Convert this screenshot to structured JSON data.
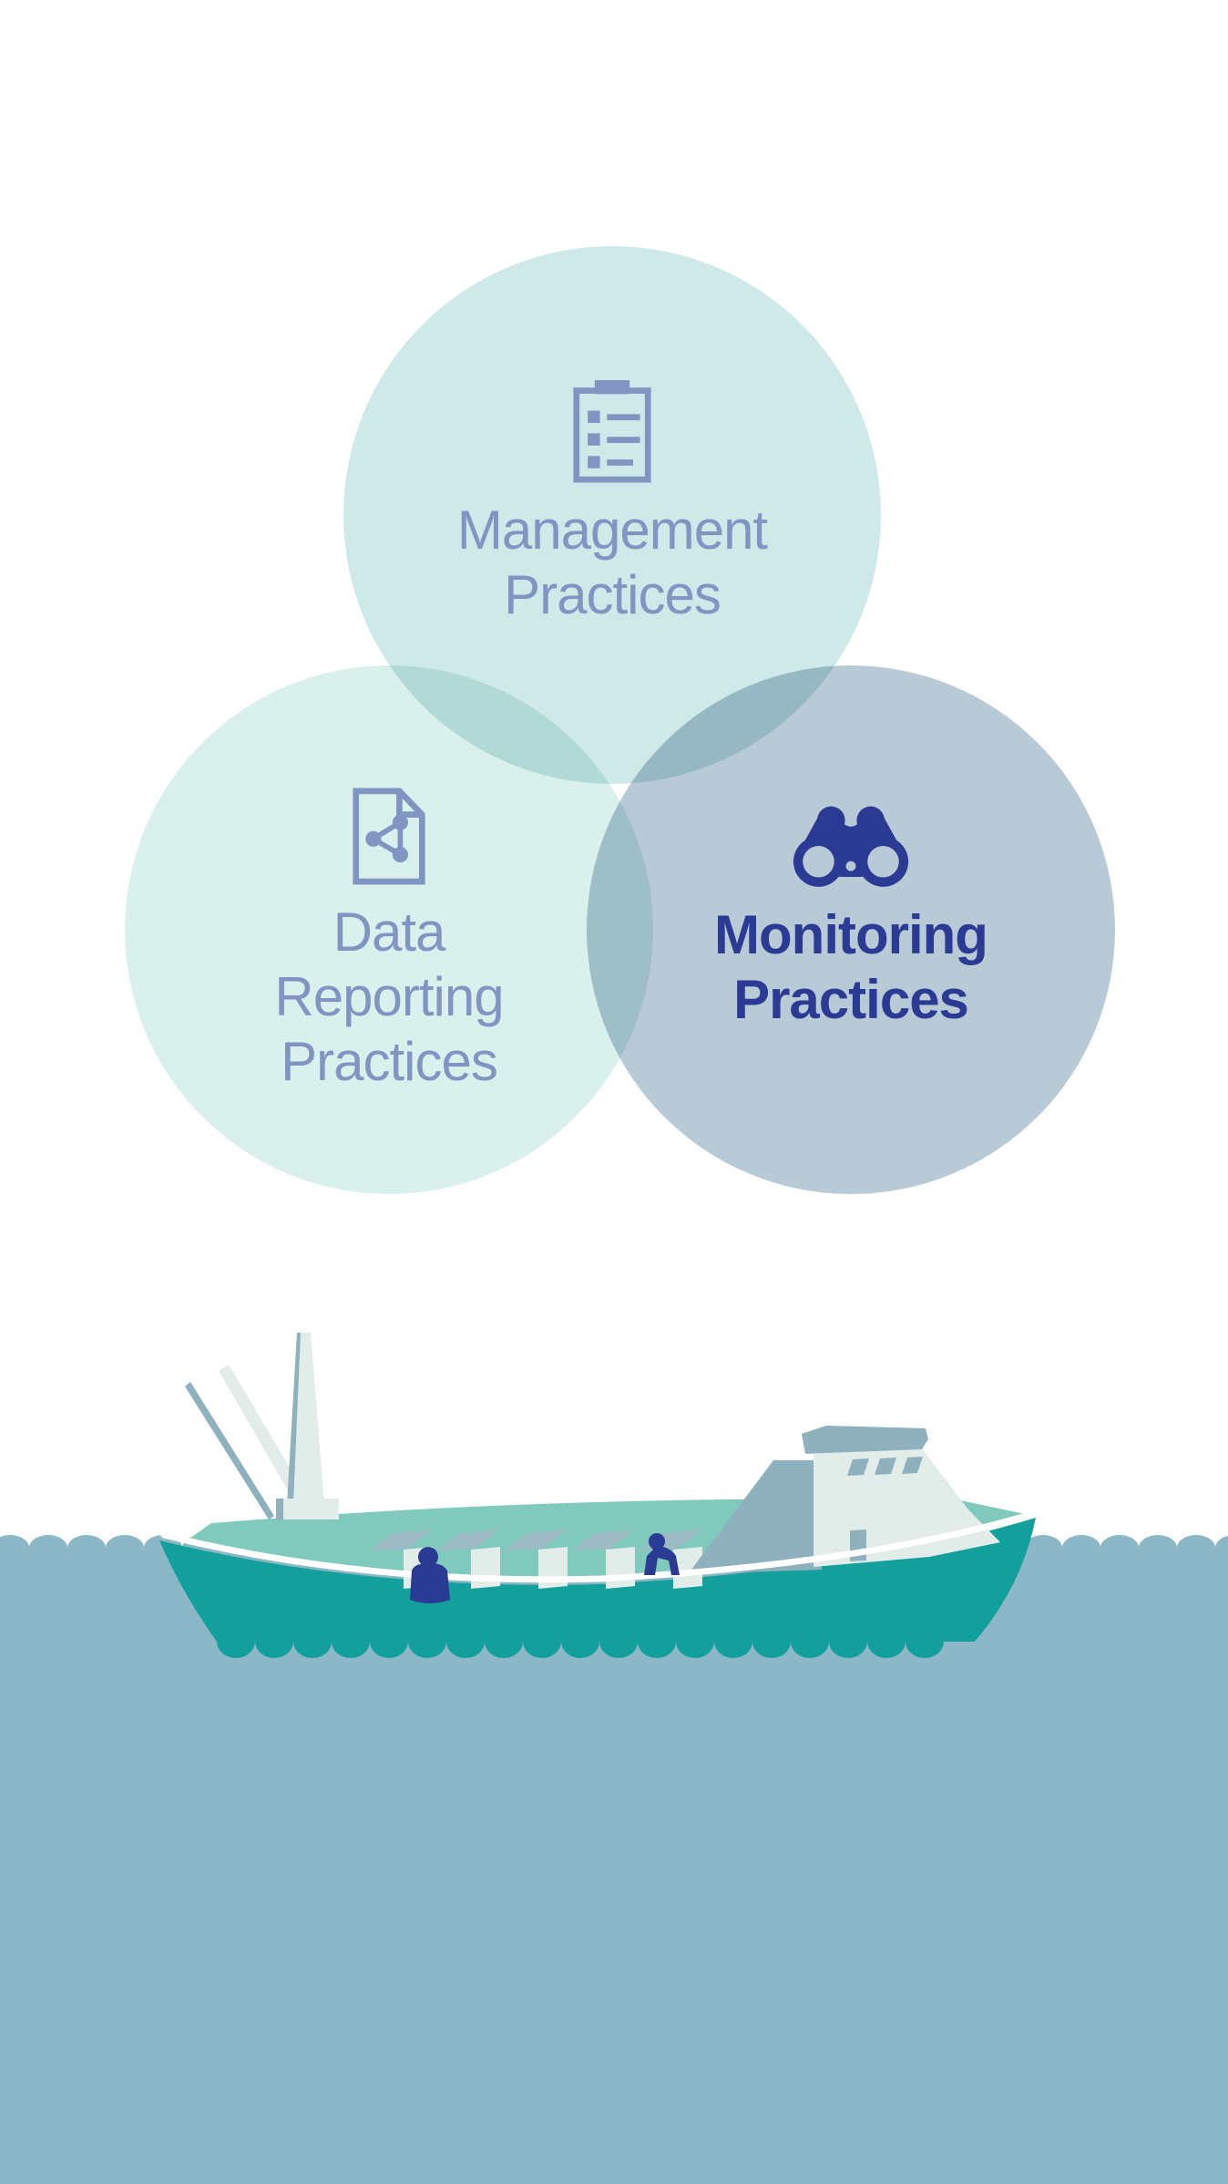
{
  "theme": {
    "bg": "#ffffff",
    "circle-management": "#cfe8e8",
    "circle-data": "#daf0ed",
    "circle-monitoring": "#b9cad7",
    "label-muted": "#8095c2",
    "label-emphasis": "#2b3b94",
    "icon-muted": "#8095c2",
    "icon-emphasis": "#2b3b94",
    "water": "#8cb7c6",
    "hull": "#13a09c",
    "deck": "#7fcabc",
    "structure-light": "#e2ece8",
    "structure-shade": "#8fb0bd",
    "crate-top": "#9cb9c4",
    "figure": "#2b3b94",
    "sheer-stripe": "#ffffff"
  },
  "venn": {
    "circles": [
      {
        "id": "management",
        "icon": "clipboard-checklist-icon",
        "label_lines": [
          "Management",
          "Practices"
        ]
      },
      {
        "id": "data-reporting",
        "icon": "document-share-icon",
        "label_lines": [
          "Data",
          "Reporting",
          "Practices"
        ]
      },
      {
        "id": "monitoring",
        "icon": "binoculars-icon",
        "label_lines": [
          "Monitoring",
          "Practices"
        ],
        "emphasized": true
      }
    ]
  }
}
